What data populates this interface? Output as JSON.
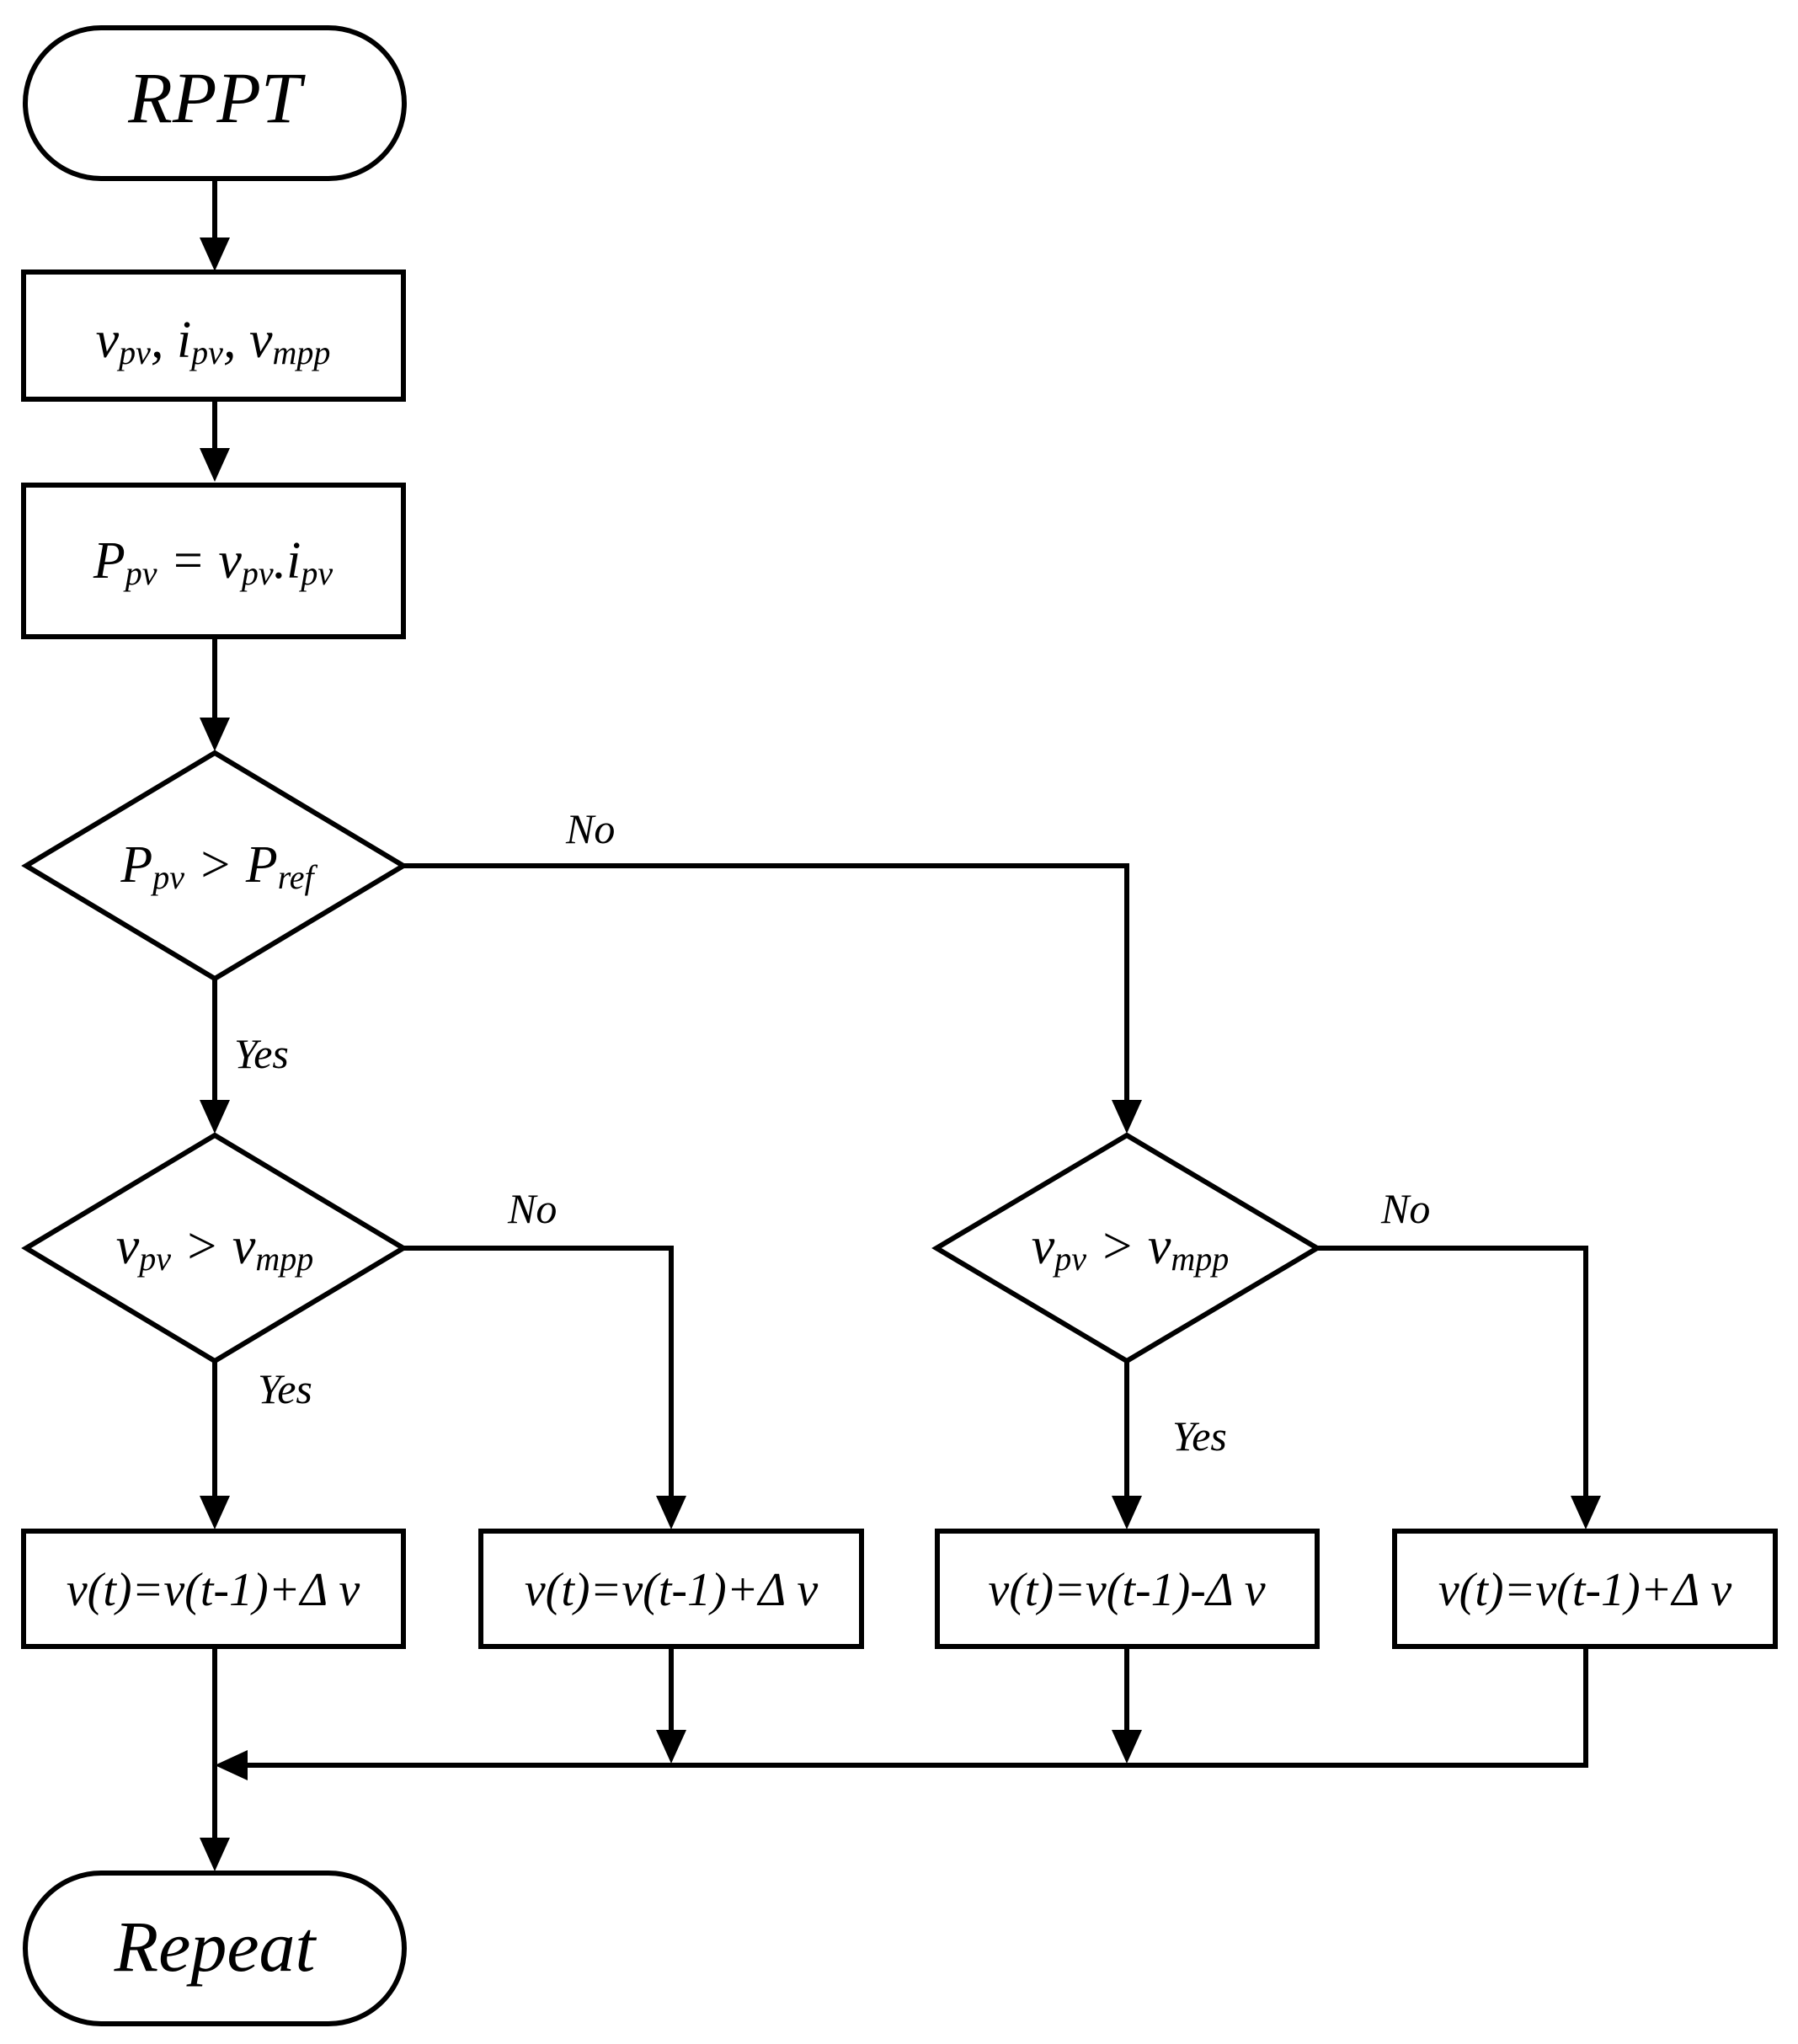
{
  "nodes": {
    "start": {
      "text": "RPPT"
    },
    "input": {
      "parts": [
        "v",
        "pv",
        ", i",
        "pv",
        ", v",
        "mpp"
      ]
    },
    "power": {
      "parts": [
        "P",
        "pv",
        " = v",
        "pv",
        ".i",
        "pv"
      ]
    },
    "decision_power": {
      "parts": [
        "P",
        "pv",
        " > P",
        "ref"
      ]
    },
    "decision_volt_left": {
      "parts": [
        "v",
        "pv",
        " > v",
        "mpp"
      ]
    },
    "decision_volt_right": {
      "parts": [
        "v",
        "pv",
        " > v",
        "mpp"
      ]
    },
    "update_1": {
      "text": "v(t)=v(t-1)+Δ v"
    },
    "update_2": {
      "text": "v(t)=v(t-1)+Δ v"
    },
    "update_3": {
      "text": "v(t)=v(t-1)-Δ v"
    },
    "update_4": {
      "text": "v(t)=v(t-1)+Δ v"
    },
    "end": {
      "text": "Repeat"
    }
  },
  "edge_labels": {
    "power_no": "No",
    "power_yes": "Yes",
    "volt_left_no": "No",
    "volt_left_yes": "Yes",
    "volt_right_no": "No",
    "volt_right_yes": "Yes"
  }
}
